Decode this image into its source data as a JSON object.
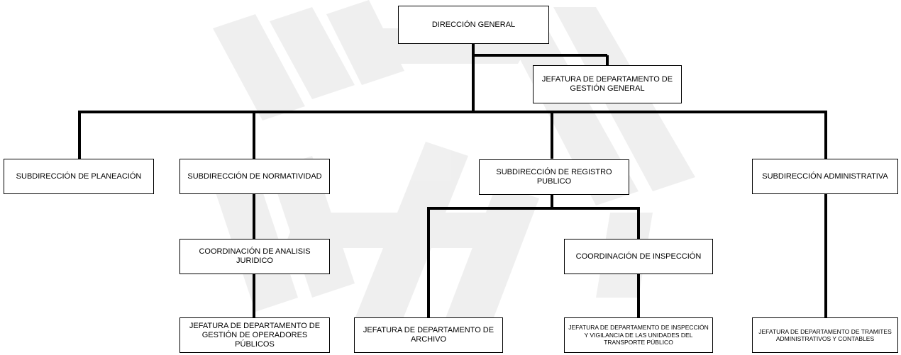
{
  "org_chart": {
    "direccion_general": "DIRECCIÓN GENERAL",
    "jefatura_gestion_general": "JEFATURA DE DEPARTAMENTO DE GESTIÓN GENERAL",
    "subdireccion_planeacion": "SUBDIRECCIÓN DE PLANEACIÓN",
    "subdireccion_normatividad": "SUBDIRECCIÓN DE NORMATIVIDAD",
    "subdireccion_registro_publico": "SUBDIRECCIÓN DE REGISTRO PUBLICO",
    "subdireccion_administrativa": "SUBDIRECCIÓN ADMINISTRATIVA",
    "coordinacion_analisis_juridico": "COORDINACIÓN DE ANALISIS JURIDICO",
    "jefatura_gestion_operadores": "JEFATURA DE DEPARTAMENTO DE GESTIÓN DE OPERADORES PÚBLICOS",
    "jefatura_archivo": "JEFATURA DE DEPARTAMENTO DE ARCHIVO",
    "coordinacion_inspeccion": "COORDINACIÓN DE INSPECCIÓN",
    "jefatura_inspeccion_vigilancia": "JEFATURA DE DEPARTAMENTO DE INSPECCIÓN Y VIGILANCIA DE LAS UNIDADES DEL TRANSPORTE PÚBLICO",
    "jefatura_tramites": "JEFATURA DE DEPARTAMENTO DE TRAMITES ADMINISTRATIVOS Y CONTABLES"
  }
}
